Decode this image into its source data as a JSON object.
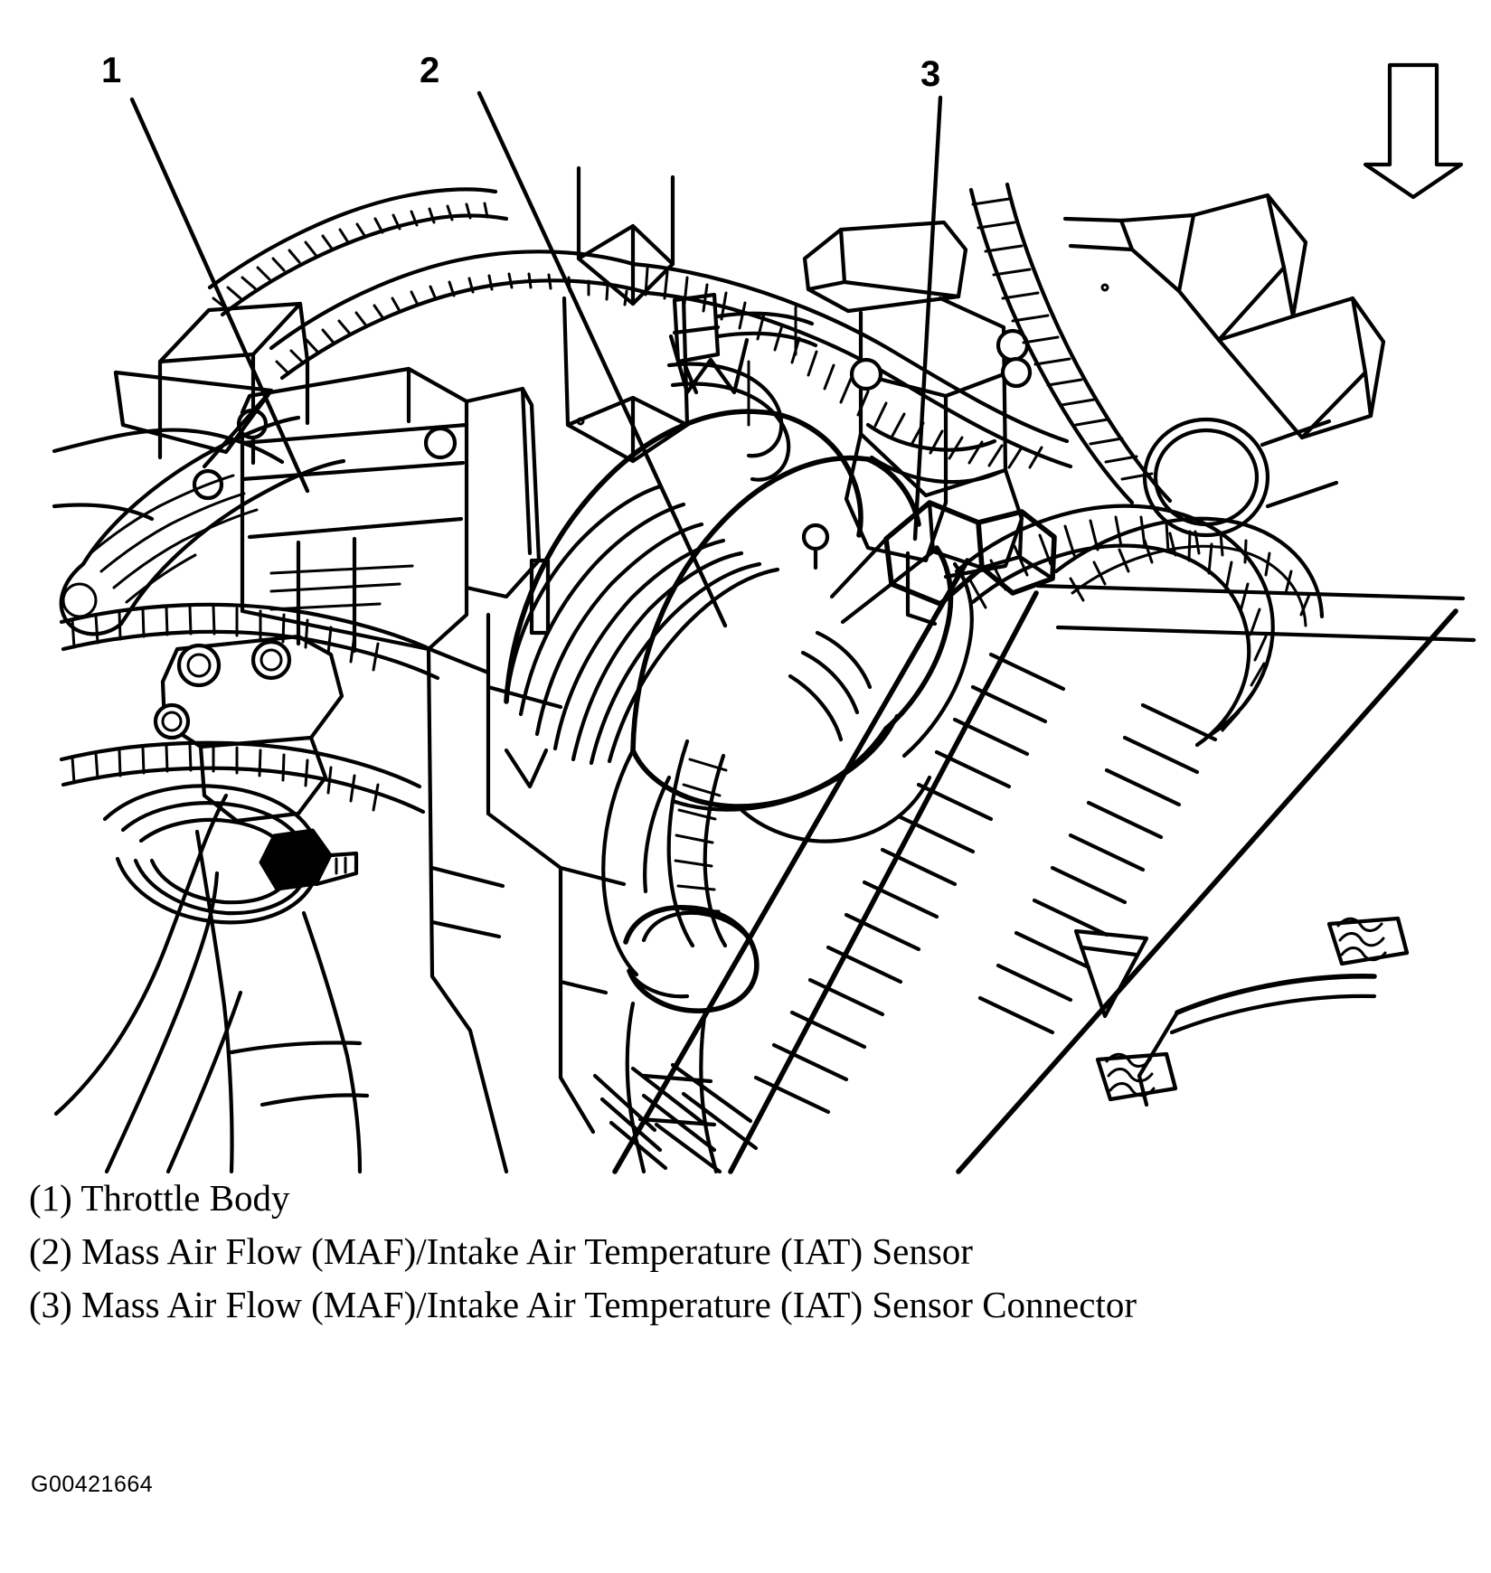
{
  "figure": {
    "id_code": "G00421664",
    "type": "automotive-line-drawing",
    "description": "Engine compartment line art showing throttle body, air intake duct and MAF/IAT sensor",
    "background_color": "#ffffff",
    "line_color": "#000000"
  },
  "callouts": [
    {
      "number": "1",
      "target": "throttle-body"
    },
    {
      "number": "2",
      "target": "maf-iat-sensor"
    },
    {
      "number": "3",
      "target": "maf-iat-sensor-connector"
    }
  ],
  "direction_arrow": {
    "name": "front-of-vehicle-arrow",
    "direction": "down"
  },
  "caption": {
    "lines": [
      "(1) Throttle Body",
      "(2) Mass Air Flow (MAF)/Intake Air Temperature (IAT) Sensor",
      "(3) Mass Air Flow (MAF)/Intake Air Temperature (IAT) Sensor Connector"
    ]
  }
}
